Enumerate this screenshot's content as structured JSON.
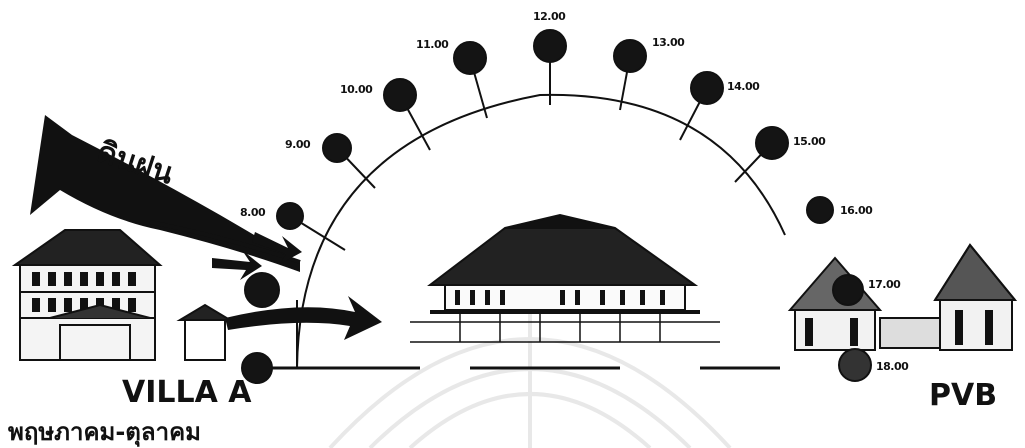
{
  "diagram": {
    "wind_label": "ดินฝน",
    "left_label": "VILLA A",
    "right_label": "PVB",
    "season_label": "พฤษภาคม-ตุลาคม",
    "sun_times": [
      "8.00",
      "9.00",
      "10.00",
      "11.00",
      "12.00",
      "13.00",
      "14.00",
      "15.00",
      "16.00",
      "17.00",
      "18.00"
    ]
  },
  "colors": {
    "ink": "#111111",
    "sun": "#141414",
    "watermark": "#e6e6e6"
  }
}
